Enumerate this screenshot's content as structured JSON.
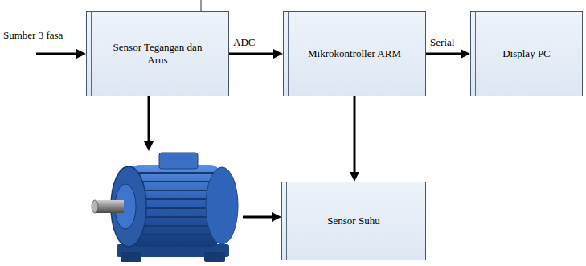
{
  "diagram": {
    "nodes": [
      {
        "text": [
          "Sensor Tegangan dan Arus"
        ]
      },
      {
        "text": [
          "Mikrokontroller ARM"
        ]
      },
      {
        "text": [
          "Display PC"
        ]
      },
      {
        "text": [
          "Sensor Suhu"
        ]
      }
    ],
    "edges": [
      {
        "from": 0,
        "to": 1,
        "label": "ADC",
        "arrow": "to"
      },
      {
        "from": 1,
        "to": 2,
        "label": "Serial",
        "arrow": "to"
      },
      {
        "from": 1,
        "to": 3,
        "arrow": "to"
      }
    ],
    "labels": [
      "Sumber 3 fasa"
    ]
  }
}
